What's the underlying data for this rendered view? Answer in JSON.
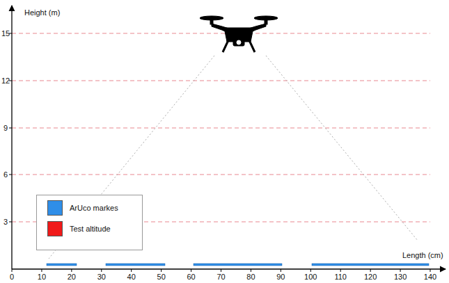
{
  "diagram": {
    "labels": [
      "Height (m)",
      "15",
      "12",
      "9",
      "6",
      "3",
      "Length (cm)",
      "0",
      "10",
      "20",
      "30",
      "40",
      "50",
      "60",
      "70",
      "80",
      "90",
      "100",
      "110",
      "120",
      "130",
      "140"
    ],
    "legend": [
      {
        "text": "ArUco markes",
        "color": "#2f8ee8"
      },
      {
        "text": "Test altitude",
        "color": "#f01a1a"
      }
    ]
  }
}
